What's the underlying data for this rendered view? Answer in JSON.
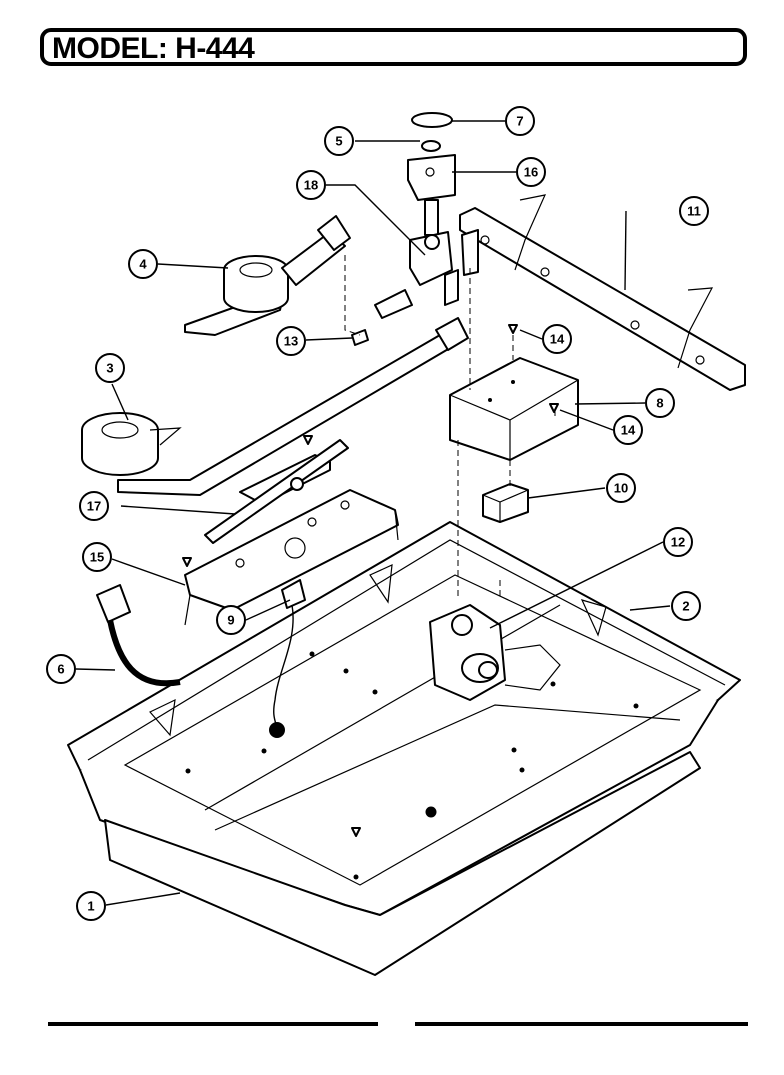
{
  "header": {
    "model_label": "MODEL: H-444"
  },
  "callouts": [
    {
      "id": "c1",
      "number": "1"
    },
    {
      "id": "c2",
      "number": "2"
    },
    {
      "id": "c3",
      "number": "3"
    },
    {
      "id": "c4",
      "number": "4"
    },
    {
      "id": "c5",
      "number": "5"
    },
    {
      "id": "c6",
      "number": "6"
    },
    {
      "id": "c7",
      "number": "7"
    },
    {
      "id": "c8",
      "number": "8"
    },
    {
      "id": "c9",
      "number": "9"
    },
    {
      "id": "c10",
      "number": "10"
    },
    {
      "id": "c11",
      "number": "11"
    },
    {
      "id": "c12",
      "number": "12"
    },
    {
      "id": "c13",
      "number": "13"
    },
    {
      "id": "c14a",
      "number": "14"
    },
    {
      "id": "c14b",
      "number": "14"
    },
    {
      "id": "c15",
      "number": "15"
    },
    {
      "id": "c16",
      "number": "16"
    },
    {
      "id": "c17",
      "number": "17"
    },
    {
      "id": "c18",
      "number": "18"
    }
  ],
  "colors": {
    "ink": "#000000",
    "paper": "#ffffff"
  }
}
